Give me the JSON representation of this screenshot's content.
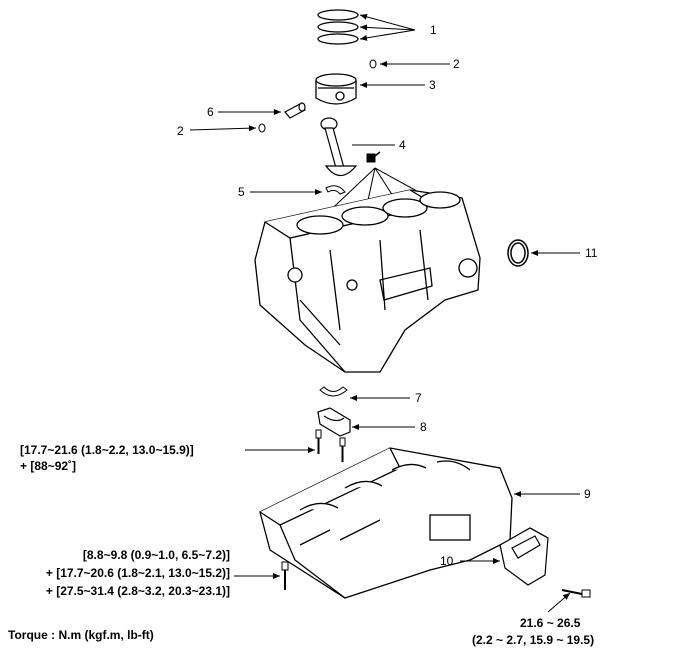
{
  "callouts": {
    "n1": "1",
    "n2a": "2",
    "n2b": "2",
    "n3": "3",
    "n4": "4",
    "n5": "5",
    "n6": "6",
    "n7": "7",
    "n8": "8",
    "n9": "9",
    "n10": "10",
    "n11": "11"
  },
  "torques": {
    "cap_bolt_line1": "[17.7~21.6 (1.8~2.2, 13.0~15.9)]",
    "cap_bolt_line2": "+ [88~92˚]",
    "ladder_line1": "[8.8~9.8 (0.9~1.0, 6.5~7.2)]",
    "ladder_line2": "+ [17.7~20.6 (1.8~2.1, 13.0~15.2)]",
    "ladder_line3": "+ [27.5~31.4 (2.8~3.2, 20.3~23.1)]",
    "oil_screen_line1": "21.6 ~ 26.5",
    "oil_screen_line2": "(2.2 ~ 2.7, 15.9 ~ 19.5)"
  },
  "legend": {
    "torque_units": "Torque : N.m (kgf.m, lb-ft)"
  }
}
